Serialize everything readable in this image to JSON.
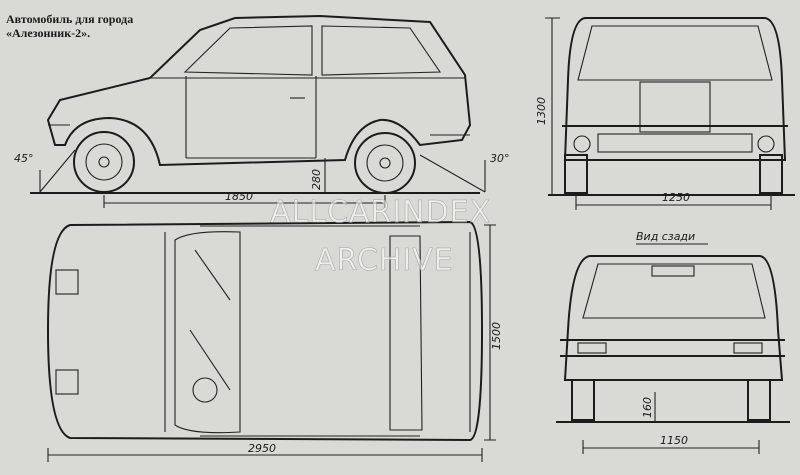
{
  "title": {
    "line1": "Автомобиль для города",
    "line2": "«Алезонник-2»."
  },
  "side_view": {
    "angle_front": "45°",
    "wheelbase": "1850",
    "ground_clearance": "280",
    "angle_rear": "30°"
  },
  "front_view": {
    "height": "1300",
    "track": "1250"
  },
  "top_view": {
    "width": "1500",
    "length": "2950"
  },
  "rear_view": {
    "label": "Вид сзади",
    "track": "1150",
    "clearance": "160"
  },
  "watermark": {
    "line1": "ALLCARINDEX",
    "line2": "ARCHIVE"
  },
  "colors": {
    "paper": "#d9d9d6",
    "ink": "#1c1c1c"
  }
}
